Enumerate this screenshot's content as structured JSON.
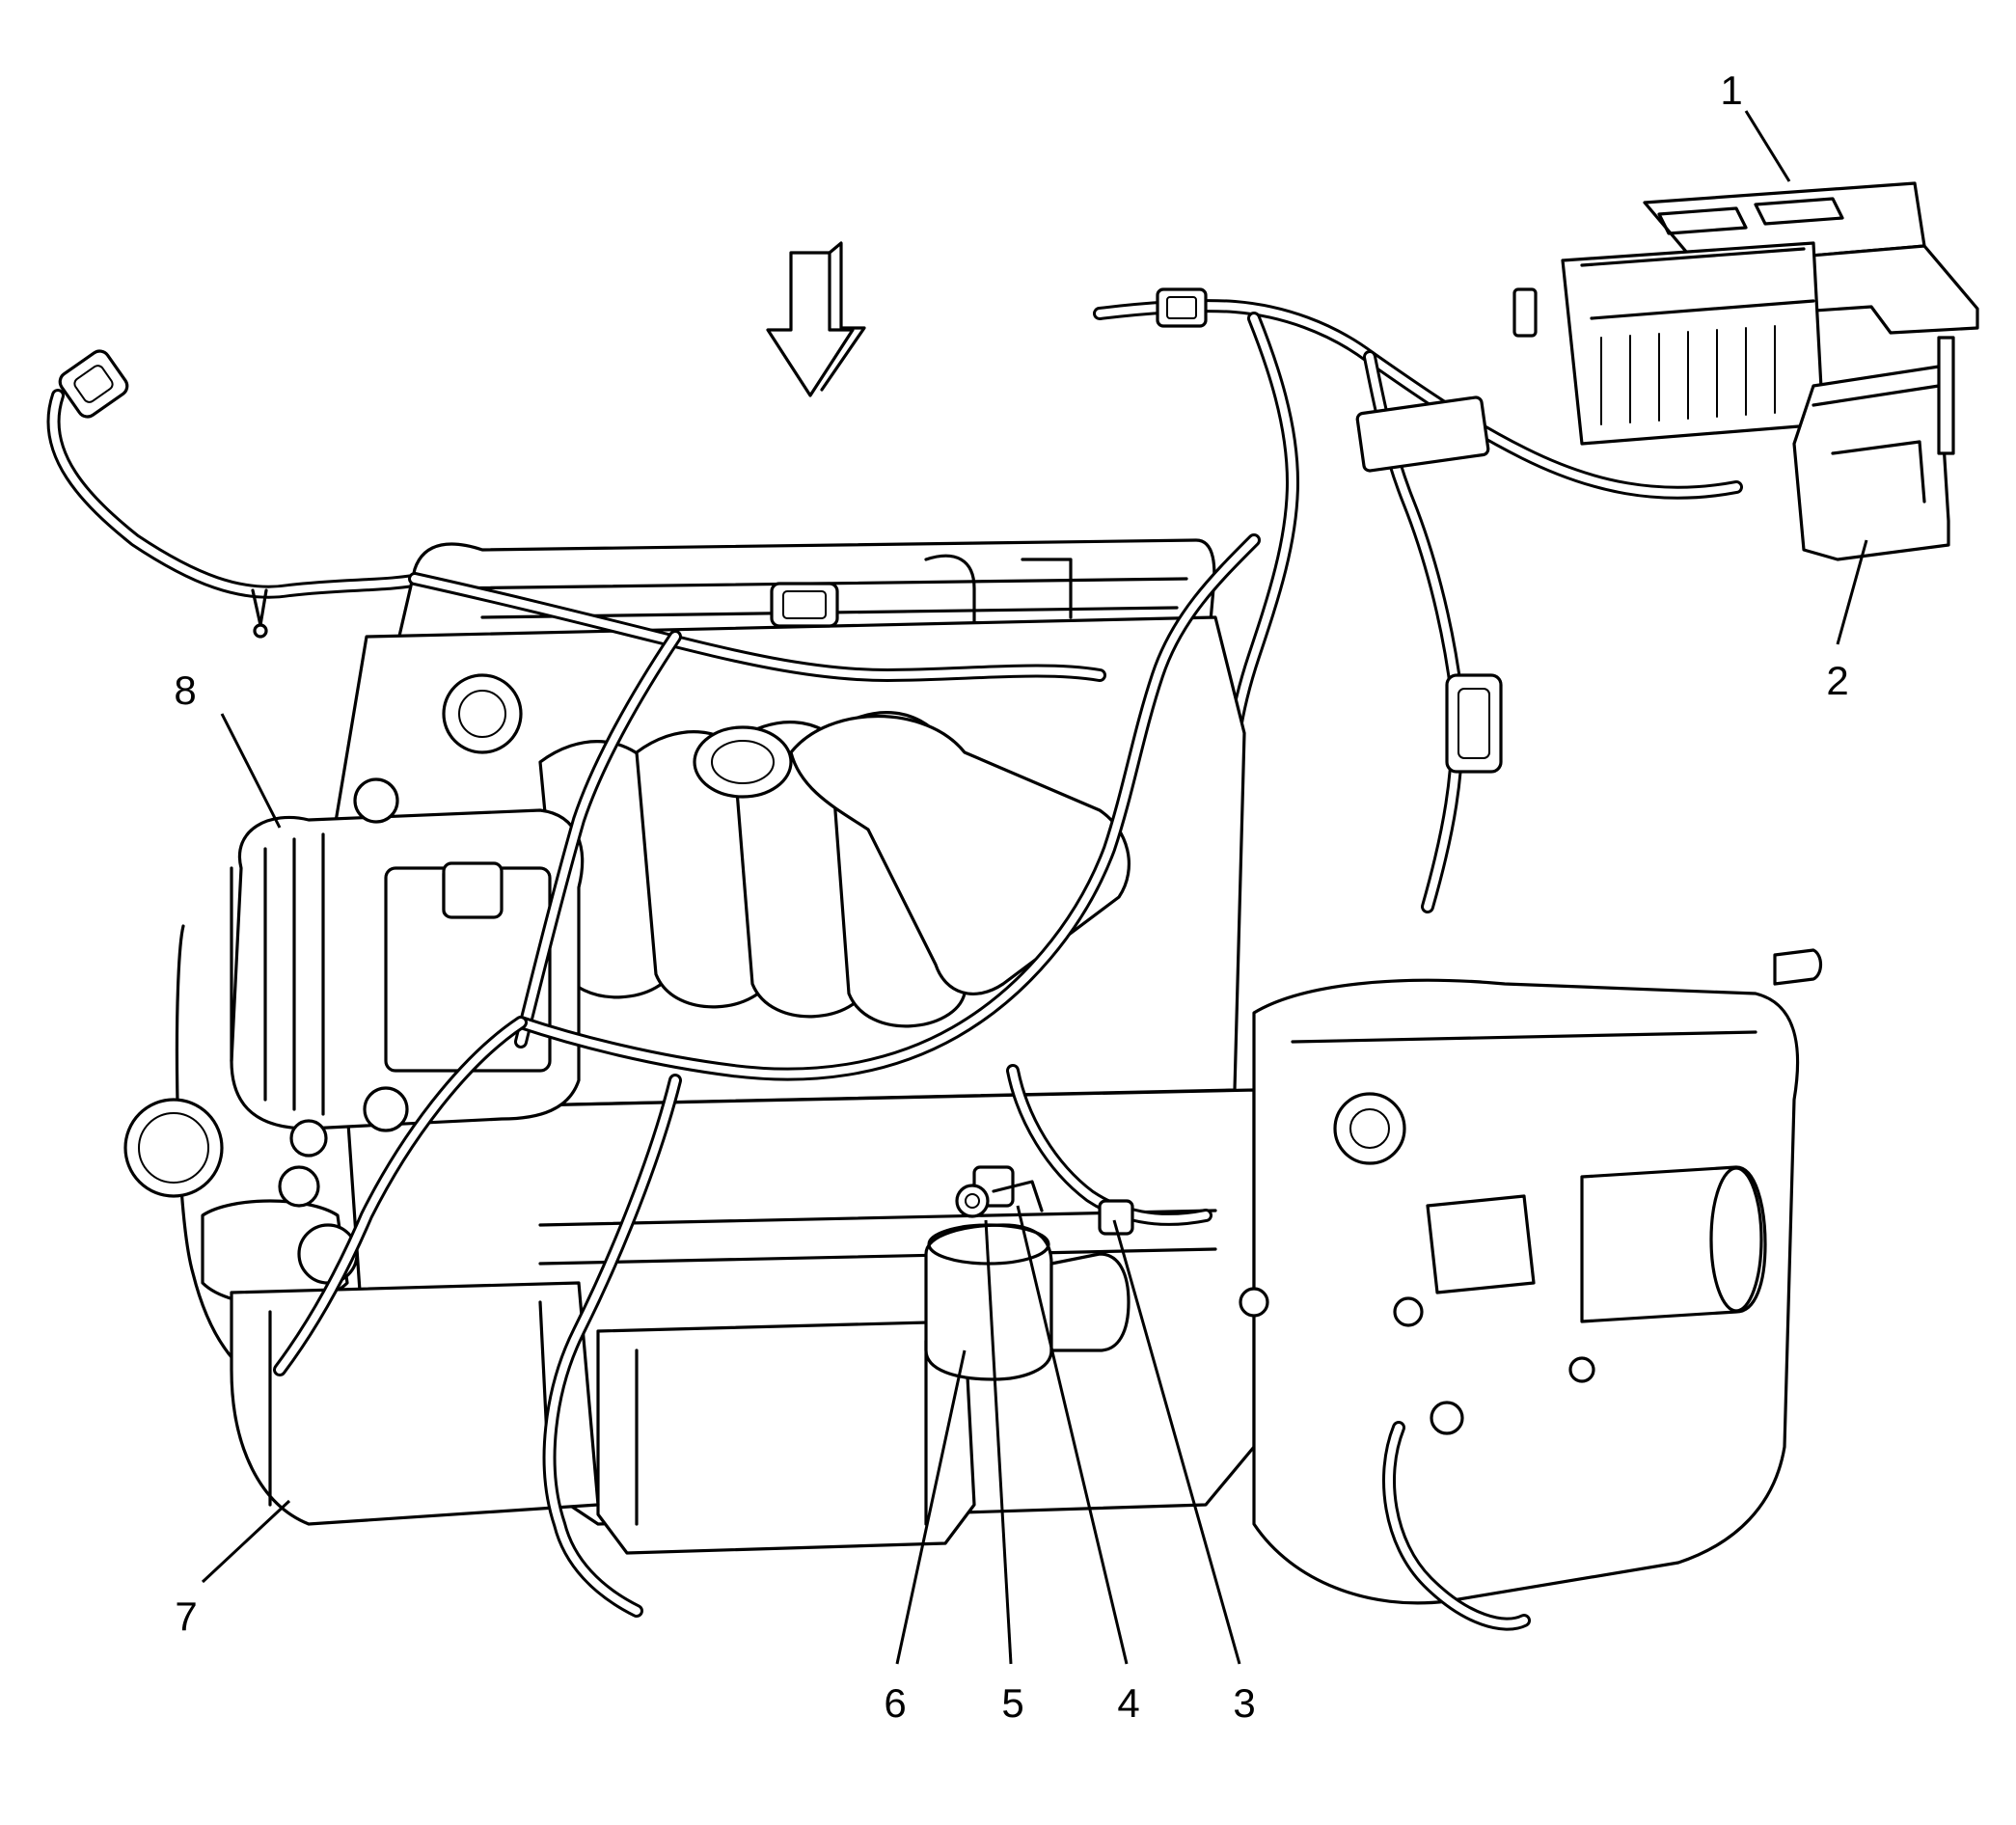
{
  "callouts": [
    {
      "id": "1",
      "label": "1"
    },
    {
      "id": "2",
      "label": "2"
    },
    {
      "id": "3",
      "label": "3"
    },
    {
      "id": "4",
      "label": "4"
    },
    {
      "id": "5",
      "label": "5"
    },
    {
      "id": "6",
      "label": "6"
    },
    {
      "id": "7",
      "label": "7"
    },
    {
      "id": "8",
      "label": "8"
    }
  ],
  "view_arrow": {
    "icon": "down-arrow-icon"
  },
  "colors": {
    "ink": "#000000",
    "paper": "#ffffff"
  }
}
